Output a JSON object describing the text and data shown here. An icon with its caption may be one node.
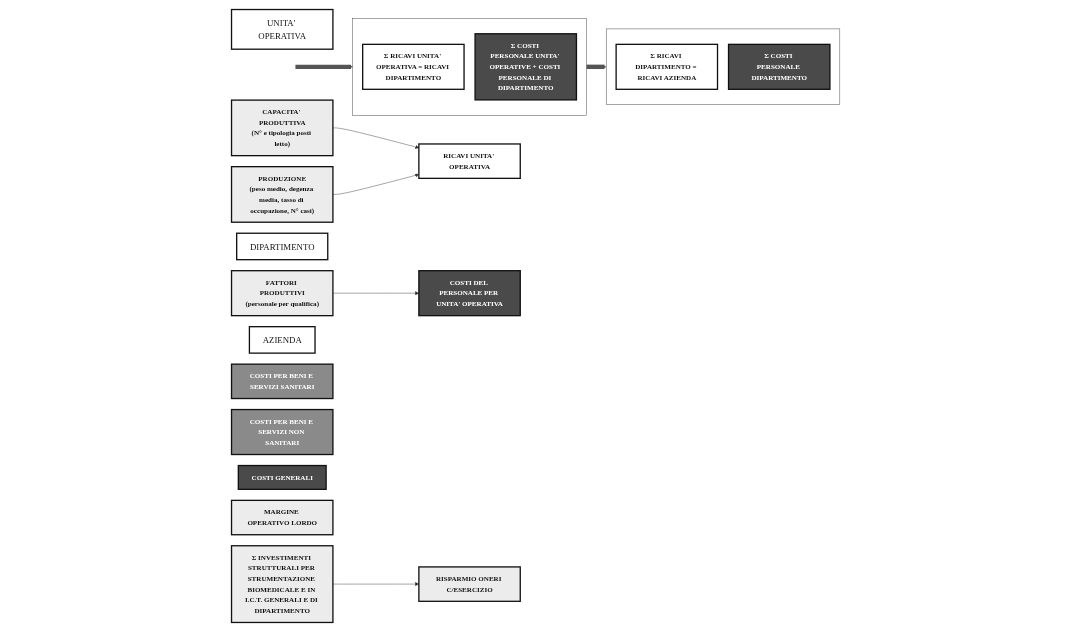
{
  "diagram": {
    "nodes": [
      {
        "text": [
          "UNITA' OPERATIVA"
        ]
      },
      {
        "text": [
          "CAPACITA' PRODUTTIVA",
          "(N° e tipologia posti letto)"
        ]
      },
      {
        "text": [
          "PRODUZIONE",
          "(peso medio, degenza media, tasso di occupazione, N° casi)"
        ]
      },
      {
        "text": [
          "RICAVI UNITA' OPERATIVA"
        ]
      },
      {
        "text": [
          "FATTORI PRODUTTIVI",
          "(personale per qualifica)"
        ]
      },
      {
        "text": [
          "COSTI DEL PERSONALE PER UNITA' OPERATIVA"
        ]
      },
      {
        "text": [
          "DIPARTIMENTO"
        ]
      },
      {
        "text": [],
        "shape": "box"
      },
      {
        "text": [
          "Σ RICAVI UNITA' OPERATIVA = RICAVI DIPARTIMENTO"
        ],
        "in": 7
      },
      {
        "text": [
          "Σ COSTI PERSONALE UNITA' OPERATIVE + COSTI PERSONALE DI DIPARTIMENTO"
        ],
        "in": 7
      },
      {
        "text": [
          "Σ INVESTIMENTI STRUTTURALI PER STRUMENTAZIONE BIOMEDICALE E IN I.C.T. GENERALI E DI DIPARTIMENTO"
        ]
      },
      {
        "text": [
          "AZIENDA"
        ]
      },
      {
        "text": [],
        "shape": "box"
      },
      {
        "text": [
          "Σ RICAVI DIPARTIMENTO = RICAVI AZIENDA"
        ],
        "in": 12
      },
      {
        "text": [
          "Σ COSTI PERSONALE DIPARTIMENTO"
        ],
        "in": 12
      },
      {
        "text": [
          "COSTI PER BENI E SERVIZI SANITARI"
        ]
      },
      {
        "text": [
          "COSTI PER BENI E SERVIZI NON SANITARI"
        ]
      },
      {
        "text": [
          "COSTI GENERALI"
        ]
      },
      {
        "text": [
          "RISPARMIO ONERI C/ESERCIZIO"
        ]
      },
      {
        "text": [
          "MARGINE OPERATIVO LORDO"
        ]
      }
    ],
    "edges": [
      {
        "from": 1,
        "to": 3,
        "arrow": "to"
      },
      {
        "from": 2,
        "to": 3,
        "arrow": "to"
      },
      {
        "from": 4,
        "to": 5,
        "arrow": "to"
      },
      {
        "from": null,
        "to": 7,
        "arrow": "to",
        "style": "thick",
        "color": "#555555"
      },
      {
        "from": 7,
        "to": 12,
        "arrow": "to",
        "style": "thick",
        "color": "#555555"
      },
      {
        "from": 10,
        "to": 18,
        "arrow": "to"
      }
    ]
  }
}
